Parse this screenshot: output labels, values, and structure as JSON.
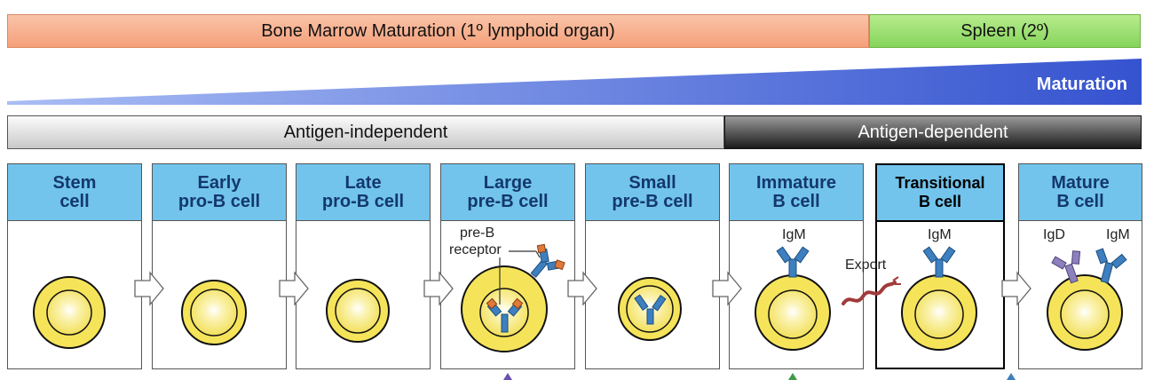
{
  "top_bars": {
    "bone_marrow": "Bone Marrow Maturation (1º lymphoid organ)",
    "spleen": "Spleen (2º)"
  },
  "maturation_label": "Maturation",
  "antigen_bars": {
    "independent": "Antigen-independent",
    "dependent": "Antigen-dependent"
  },
  "stages": [
    {
      "line1": "Stem",
      "line2": "cell"
    },
    {
      "line1": "Early",
      "line2": "pro-B cell"
    },
    {
      "line1": "Late",
      "line2": "pro-B cell"
    },
    {
      "line1": "Large",
      "line2": "pre-B cell"
    },
    {
      "line1": "Small",
      "line2": "pre-B cell"
    },
    {
      "line1": "Immature",
      "line2": "B cell"
    },
    {
      "line1": "Transitional",
      "line2": "B cell"
    },
    {
      "line1": "Mature",
      "line2": "B cell"
    }
  ],
  "annotations": {
    "pre_b_receptor_line1": "pre-B",
    "pre_b_receptor_line2": "receptor",
    "igm_immature": "IgM",
    "igm_transitional": "IgM",
    "igd_mature": "IgD",
    "igm_mature": "IgM",
    "export": "Export"
  },
  "colors": {
    "header_blue": "#72c4ec",
    "cell_yellow": "#f5e45a",
    "maturation_blue": "#3f5fd1",
    "antibody_blue": "#3d7fbf",
    "igd_purple": "#8d80bd",
    "receptor_orange": "#e07a3a"
  }
}
